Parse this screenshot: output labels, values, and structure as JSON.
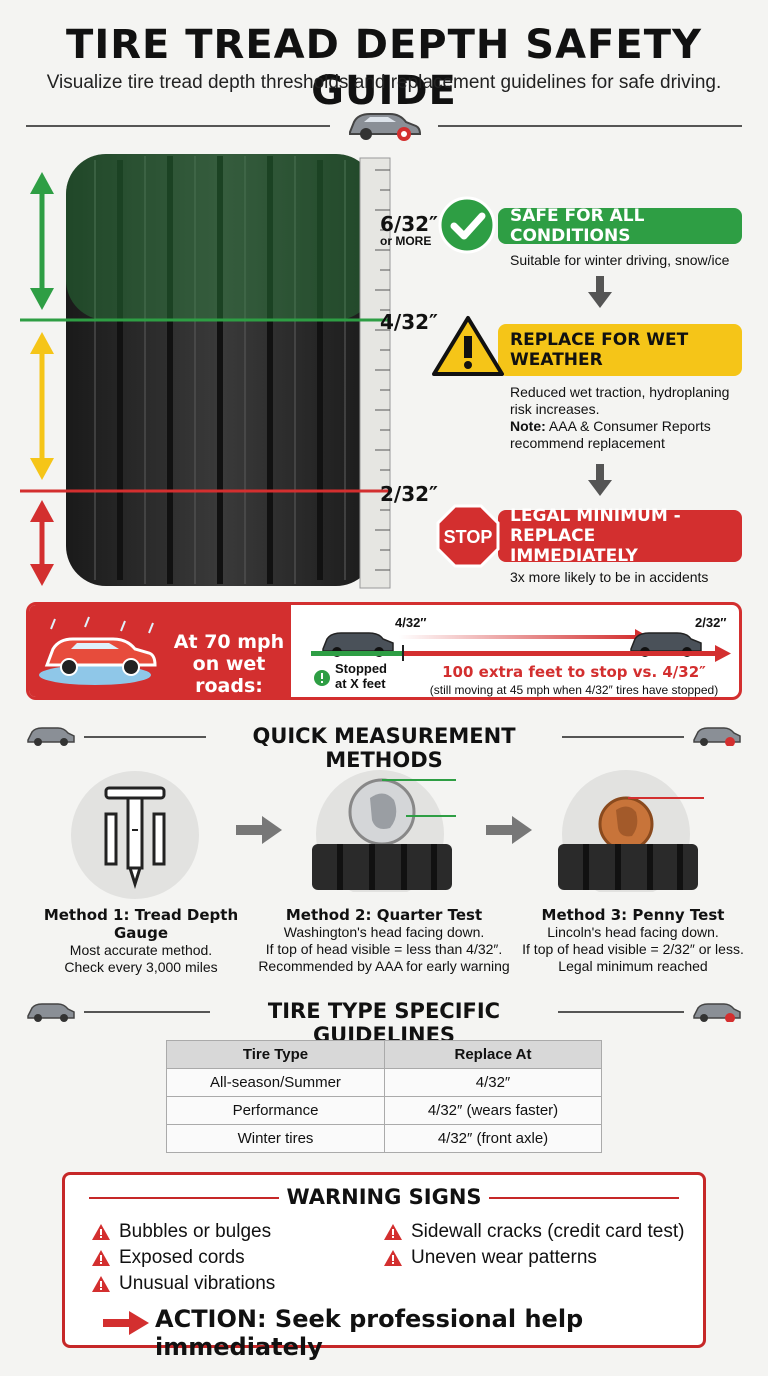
{
  "header": {
    "title": "TIRE TREAD DEPTH SAFETY GUIDE",
    "subtitle": "Visualize tire tread depth thresholds and replacement guidelines for safe driving."
  },
  "depth_scale": {
    "levels": [
      {
        "depth": "6/32″",
        "suffix": "or MORE"
      },
      {
        "depth": "4/32″"
      },
      {
        "depth": "2/32″"
      }
    ]
  },
  "statuses": {
    "safe": {
      "label": "SAFE FOR ALL CONDITIONS",
      "desc": "Suitable for winter driving, snow/ice",
      "color": "#2e9e44"
    },
    "replace_wet": {
      "label": "REPLACE FOR WET WEATHER",
      "desc": "Reduced wet traction, hydroplaning risk increases.",
      "note_label": "Note:",
      "note": "AAA & Consumer Reports recommend replacement",
      "color": "#f5c518"
    },
    "legal_min": {
      "label": "LEGAL MINIMUM - REPLACE IMMEDIATELY",
      "desc": "3x more likely to be in accidents",
      "stop_text": "STOP",
      "color": "#d32f2f"
    }
  },
  "stopping_panel": {
    "lead": "At 70 mph on wet roads:",
    "car_a_depth": "4/32″",
    "car_b_depth": "2/32″",
    "stopped_text": "Stopped at X feet",
    "extra_bold": "100 extra feet",
    "extra_rest": "to stop vs. 4/32″",
    "note": "(still moving at 45 mph when 4/32″ tires have stopped)"
  },
  "methods": {
    "heading": "QUICK MEASUREMENT METHODS",
    "items": [
      {
        "title": "Method 1: Tread Depth Gauge",
        "lines": [
          "Most accurate method.",
          "Check every 3,000 miles"
        ]
      },
      {
        "title": "Method 2: Quarter Test",
        "lines": [
          "Washington's head facing down.",
          "If top of head visible = less than 4/32″.",
          "Recommended by AAA for early warning"
        ]
      },
      {
        "title": "Method 3: Penny Test",
        "lines": [
          "Lincoln's head facing down.",
          "If top of head visible = 2/32″ or less.",
          "Legal minimum reached"
        ]
      }
    ]
  },
  "tire_types": {
    "heading": "TIRE TYPE SPECIFIC GUIDELINES",
    "columns": [
      "Tire Type",
      "Replace At"
    ],
    "rows": [
      [
        "All-season/Summer",
        "4/32″"
      ],
      [
        "Performance",
        "4/32″ (wears faster)"
      ],
      [
        "Winter tires",
        "4/32″ (front axle)"
      ]
    ]
  },
  "warning_signs": {
    "heading": "WARNING SIGNS",
    "left": [
      "Bubbles or bulges",
      "Exposed cords",
      "Unusual vibrations"
    ],
    "right": [
      "Sidewall cracks (credit card test)",
      "Uneven wear patterns"
    ],
    "action": "ACTION: Seek professional help immediately"
  },
  "colors": {
    "green": "#2e9e44",
    "yellow": "#f5c518",
    "red": "#d32f2f",
    "dark": "#222222"
  }
}
